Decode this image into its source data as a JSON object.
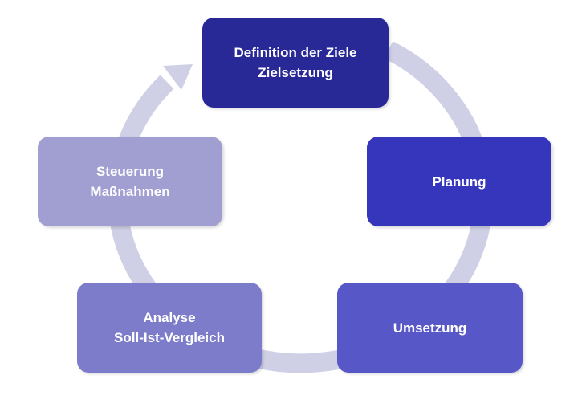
{
  "diagram": {
    "ring_color": "#cfd0e6",
    "steps": [
      {
        "lines": [
          "Definition der Ziele",
          "Zielsetzung"
        ],
        "color": "#282897"
      },
      {
        "lines": [
          "Planung"
        ],
        "color": "#3636bd"
      },
      {
        "lines": [
          "Umsetzung"
        ],
        "color": "#5757c8"
      },
      {
        "lines": [
          "Analyse",
          "Soll-Ist-Vergleich"
        ],
        "color": "#7d7ccb"
      },
      {
        "lines": [
          "Steuerung",
          "Maßnahmen"
        ],
        "color": "#a19ed2"
      }
    ]
  }
}
